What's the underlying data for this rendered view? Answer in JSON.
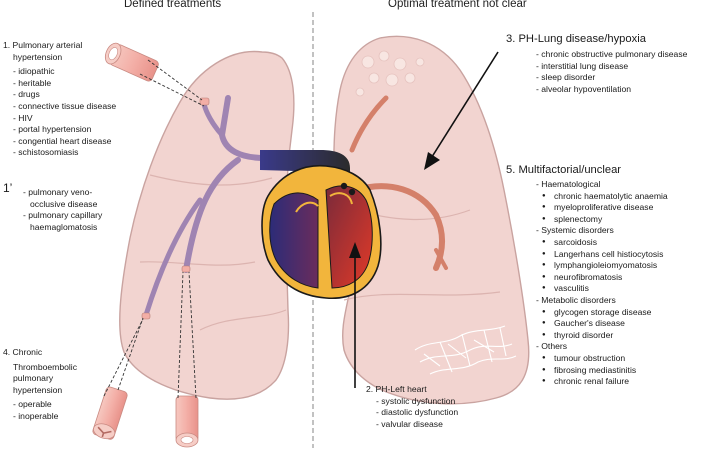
{
  "headers": {
    "left": "Defined treatments",
    "right": "Optimal treatment not clear"
  },
  "group1": {
    "title_lines": [
      "1. Pulmonary arterial",
      "hypertension"
    ],
    "items": [
      "- idiopathic",
      "- heritable",
      "- drugs",
      "- connective tissue disease",
      "- HIV",
      "- portal hypertension",
      "- congential heart disease",
      "- schistosomiasis"
    ]
  },
  "group1p": {
    "marker": "1’",
    "items_lines": [
      "- pulmonary veno-",
      "occlusive disease",
      "- pulmonary capillary",
      "haemaglomatosis"
    ]
  },
  "group4": {
    "title_lines": [
      "4. Chronic",
      "Thromboembolic",
      "pulmonary",
      "hypertension"
    ],
    "items": [
      "- operable",
      "- inoperable"
    ]
  },
  "group2": {
    "title": "2. PH-Left heart",
    "items": [
      "- systolic dysfunction",
      "- diastolic dysfunction",
      "- valvular disease"
    ]
  },
  "group3": {
    "title": "3. PH-Lung disease/hypoxia",
    "items": [
      "- chronic obstructive pulmonary disease",
      "- interstitial lung disease",
      "- sleep disorder",
      "- alveolar hypoventilation"
    ]
  },
  "group5": {
    "title": "5. Multifactorial/unclear",
    "categories": [
      {
        "label": "- Haematological",
        "items": [
          "chronic haematolytic anaemia",
          "myeloproliferative disease",
          "splenectomy"
        ]
      },
      {
        "label": "- Systemic disorders",
        "items": [
          "sarcoidosis",
          "Langerhans cell histiocytosis",
          "lymphangioleiomyomatosis",
          "neurofibromatosis",
          "vasculitis"
        ]
      },
      {
        "label": "- Metabolic disorders",
        "items": [
          "glycogen storage disease",
          "Gaucher's disease",
          "thyroid disorder"
        ]
      },
      {
        "label": "- Others",
        "items": [
          "tumour obstruction",
          "fibrosing mediastinitis",
          "chronic renal failure"
        ]
      }
    ]
  },
  "colors": {
    "lung_fill": "#f2d4d0",
    "lung_stroke": "#c9a3a0",
    "vessel_purple": "#9f84b2",
    "vessel_red": "#d4806a",
    "heart_blue": "#3c3c8c",
    "heart_red": "#d8352a",
    "heart_wall": "#f2b53c",
    "tube_pink": "#f4b9b0"
  }
}
